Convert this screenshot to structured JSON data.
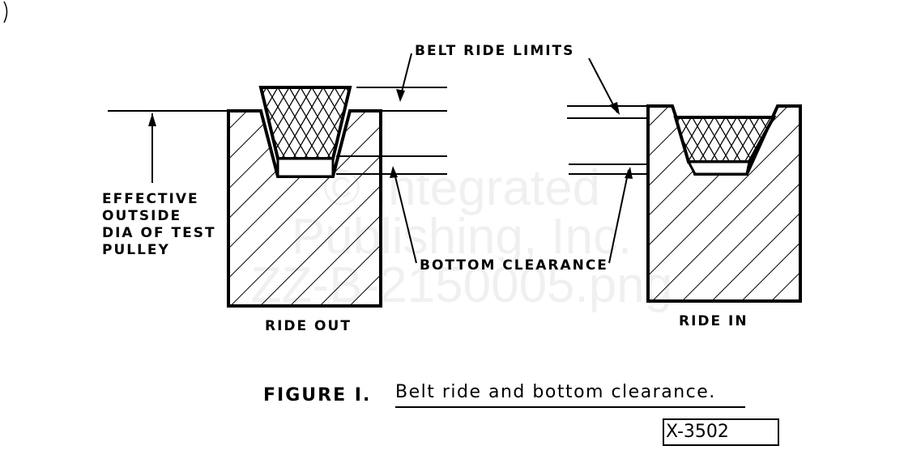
{
  "labels": {
    "belt_ride_limits": "BELT RIDE LIMITS",
    "effective_dia": [
      "EFFECTIVE",
      "OUTSIDE",
      "DIA OF TEST",
      "PULLEY"
    ],
    "bottom_clearance": "BOTTOM CLEARANCE",
    "ride_out": "RIDE OUT",
    "ride_in": "RIDE IN"
  },
  "caption": {
    "figure": "FIGURE I.",
    "title": "Belt ride and bottom clearance."
  },
  "figure_id": "X-3502",
  "watermark": [
    "© Integrated",
    "Publishing, Inc.",
    "ZZ-B-2150005.png"
  ]
}
